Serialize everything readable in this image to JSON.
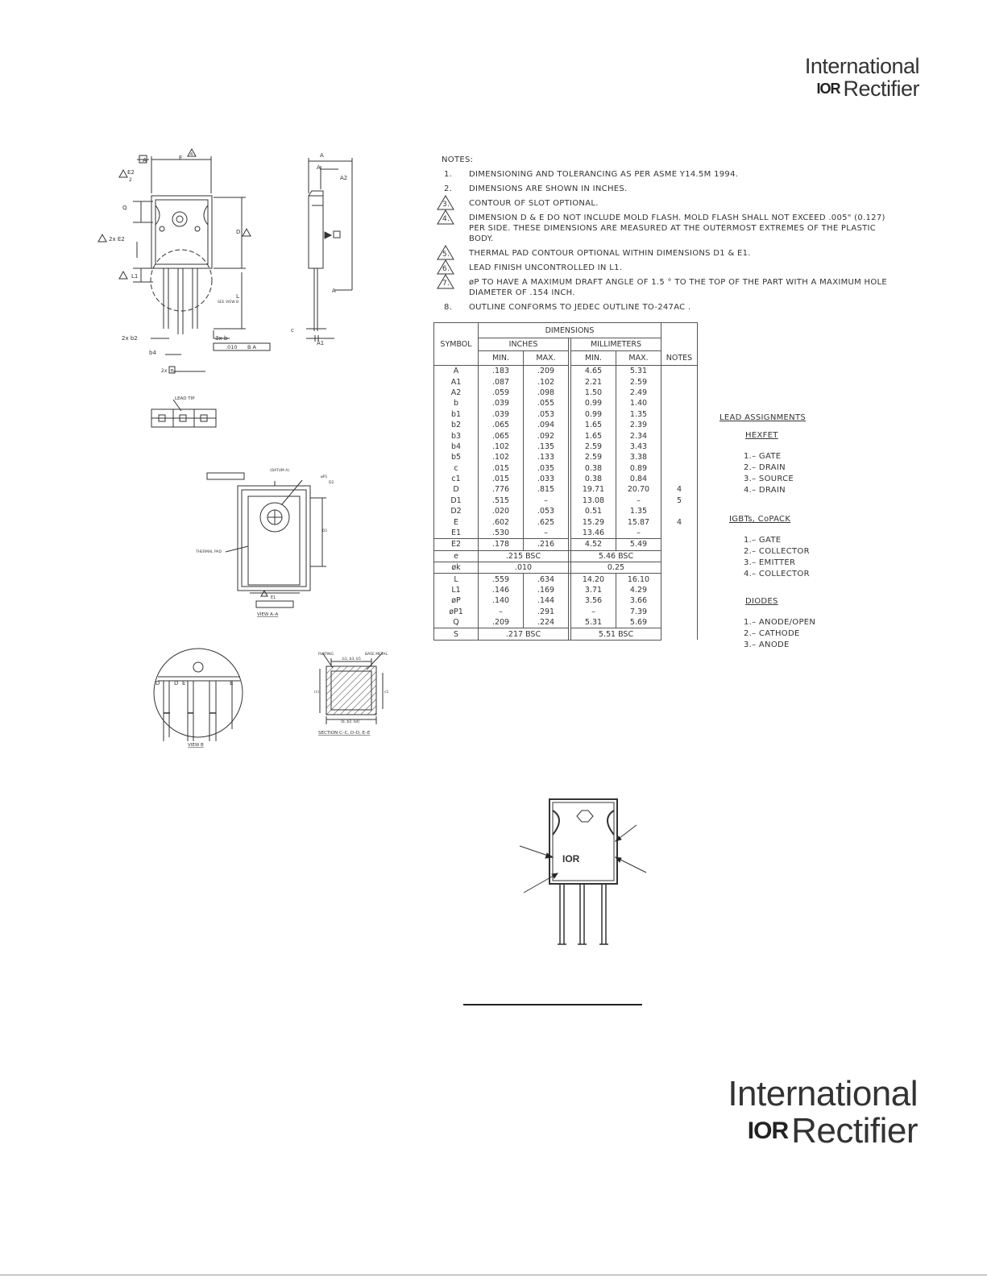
{
  "header_logo": {
    "line1": "International",
    "brand": "IOR",
    "line2": "Rectifier"
  },
  "footer_logo": {
    "line1": "International",
    "brand": "IOR",
    "line2": "Rectifier"
  },
  "notes": {
    "heading": "NOTES:",
    "items": [
      {
        "marker": "1.",
        "triangle": false,
        "text": "DIMENSIONING AND TOLERANCING AS PER ASME Y14.5M 1994."
      },
      {
        "marker": "2.",
        "triangle": false,
        "text": "DIMENSIONS ARE SHOWN IN INCHES."
      },
      {
        "marker": "3.",
        "triangle": true,
        "text": "CONTOUR OF SLOT OPTIONAL."
      },
      {
        "marker": "4.",
        "triangle": true,
        "text": "DIMENSION D & E DO NOT INCLUDE MOLD FLASH. MOLD FLASH SHALL NOT EXCEED .005\" (0.127) PER SIDE. THESE DIMENSIONS ARE MEASURED AT THE OUTERMOST EXTREMES OF THE PLASTIC BODY."
      },
      {
        "marker": "5.",
        "triangle": true,
        "text": "THERMAL PAD CONTOUR OPTIONAL WITHIN DIMENSIONS D1 & E1."
      },
      {
        "marker": "6.",
        "triangle": true,
        "text": "LEAD FINISH UNCONTROLLED IN L1."
      },
      {
        "marker": "7.",
        "triangle": true,
        "text": "øP TO HAVE A MAXIMUM DRAFT ANGLE OF 1.5 ° TO THE TOP OF THE PART WITH A MAXIMUM HOLE DIAMETER OF .154 INCH."
      },
      {
        "marker": "8.",
        "triangle": false,
        "text": "OUTLINE CONFORMS TO JEDEC OUTLINE TO-247AC ."
      }
    ]
  },
  "table": {
    "h_dimensions": "DIMENSIONS",
    "h_symbol": "SYMBOL",
    "h_inches": "INCHES",
    "h_mm": "MILLIMETERS",
    "h_min": "MIN.",
    "h_max": "MAX.",
    "h_notes": "NOTES",
    "rows": [
      {
        "sym": "A",
        "imin": ".183",
        "imax": ".209",
        "mmin": "4.65",
        "mmax": "5.31",
        "note": ""
      },
      {
        "sym": "A1",
        "imin": ".087",
        "imax": ".102",
        "mmin": "2.21",
        "mmax": "2.59",
        "note": ""
      },
      {
        "sym": "A2",
        "imin": ".059",
        "imax": ".098",
        "mmin": "1.50",
        "mmax": "2.49",
        "note": ""
      },
      {
        "sym": "b",
        "imin": ".039",
        "imax": ".055",
        "mmin": "0.99",
        "mmax": "1.40",
        "note": ""
      },
      {
        "sym": "b1",
        "imin": ".039",
        "imax": ".053",
        "mmin": "0.99",
        "mmax": "1.35",
        "note": ""
      },
      {
        "sym": "b2",
        "imin": ".065",
        "imax": ".094",
        "mmin": "1.65",
        "mmax": "2.39",
        "note": ""
      },
      {
        "sym": "b3",
        "imin": ".065",
        "imax": ".092",
        "mmin": "1.65",
        "mmax": "2.34",
        "note": ""
      },
      {
        "sym": "b4",
        "imin": ".102",
        "imax": ".135",
        "mmin": "2.59",
        "mmax": "3.43",
        "note": ""
      },
      {
        "sym": "b5",
        "imin": ".102",
        "imax": ".133",
        "mmin": "2.59",
        "mmax": "3.38",
        "note": ""
      },
      {
        "sym": "c",
        "imin": ".015",
        "imax": ".035",
        "mmin": "0.38",
        "mmax": "0.89",
        "note": ""
      },
      {
        "sym": "c1",
        "imin": ".015",
        "imax": ".033",
        "mmin": "0.38",
        "mmax": "0.84",
        "note": ""
      },
      {
        "sym": "D",
        "imin": ".776",
        "imax": ".815",
        "mmin": "19.71",
        "mmax": "20.70",
        "note": "4"
      },
      {
        "sym": "D1",
        "imin": ".515",
        "imax": "–",
        "mmin": "13.08",
        "mmax": "–",
        "note": "5"
      },
      {
        "sym": "D2",
        "imin": ".020",
        "imax": ".053",
        "mmin": "0.51",
        "mmax": "1.35",
        "note": ""
      },
      {
        "sym": "E",
        "imin": ".602",
        "imax": ".625",
        "mmin": "15.29",
        "mmax": "15.87",
        "note": "4"
      },
      {
        "sym": "E1",
        "imin": ".530",
        "imax": "–",
        "mmin": "13.46",
        "mmax": "–",
        "note": ""
      },
      {
        "sym": "E2",
        "imin": ".178",
        "imax": ".216",
        "mmin": "4.52",
        "mmax": "5.49",
        "note": ""
      },
      {
        "sym": "e",
        "ispan": ".215 BSC",
        "mspan": "5.46 BSC",
        "note": ""
      },
      {
        "sym": "øk",
        "ispan": ".010",
        "mspan": "0.25",
        "note": ""
      },
      {
        "sym": "L",
        "imin": ".559",
        "imax": ".634",
        "mmin": "14.20",
        "mmax": "16.10",
        "note": ""
      },
      {
        "sym": "L1",
        "imin": ".146",
        "imax": ".169",
        "mmin": "3.71",
        "mmax": "4.29",
        "note": ""
      },
      {
        "sym": "øP",
        "imin": ".140",
        "imax": ".144",
        "mmin": "3.56",
        "mmax": "3.66",
        "note": ""
      },
      {
        "sym": "øP1",
        "imin": "–",
        "imax": ".291",
        "mmin": "–",
        "mmax": "7.39",
        "note": ""
      },
      {
        "sym": "Q",
        "imin": ".209",
        "imax": ".224",
        "mmin": "5.31",
        "mmax": "5.69",
        "note": ""
      },
      {
        "sym": "S",
        "ispan": ".217 BSC",
        "mspan": "5.51 BSC",
        "note": ""
      }
    ]
  },
  "leads": {
    "title": "LEAD ASSIGNMENTS",
    "groups": [
      {
        "name": "HEXFET",
        "items": [
          "1.– GATE",
          "2.– DRAIN",
          "3.– SOURCE",
          "4.– DRAIN"
        ]
      },
      {
        "name": "IGBTs, CoPACK",
        "items": [
          "1.– GATE",
          "2.– COLLECTOR",
          "3.– EMITTER",
          "4.– COLLECTOR"
        ]
      },
      {
        "name": "DIODES",
        "items": [
          "1.– ANODE/OPEN",
          "2.– CATHODE",
          "3.– ANODE"
        ]
      }
    ]
  },
  "drawing_labels": {
    "datum_a": "A",
    "dim_e": "E",
    "note4": "4",
    "e2_half": "E2",
    "two": "2",
    "q": "Q",
    "e2x": "2x  E2",
    "d_label": "D",
    "l1": "L1",
    "l_label": "L",
    "see_view_b": "SEE VIEW B",
    "b2": "2x  b2",
    "b": "3x  b",
    "b4": "b4",
    "tol": ".010",
    "ref": "B A",
    "two_x_e": "2x",
    "e_small": "e",
    "a_side": "A",
    "a2": "A2",
    "c_side": "c",
    "a1": "A1",
    "lead_tip": "LEAD TIP",
    "datum_a_text": "(DATUM A)",
    "phi_p1": "øP1",
    "d2": "D2",
    "thermal_pad": "THERMAL PAD",
    "d1": "D1",
    "e1": "E1",
    "view_aa": "VIEW A–A",
    "view_b": "VIEW B",
    "plating": "PLATING",
    "base_metal": "BASE METAL",
    "b1b3b5": "b1, b3, b5",
    "c_lbl": "(c)",
    "c1": "c1",
    "bb2b4": "(b, b2, b4)",
    "section": "SECTION C–C, D–D, E–E",
    "part_logo": "IOR"
  }
}
